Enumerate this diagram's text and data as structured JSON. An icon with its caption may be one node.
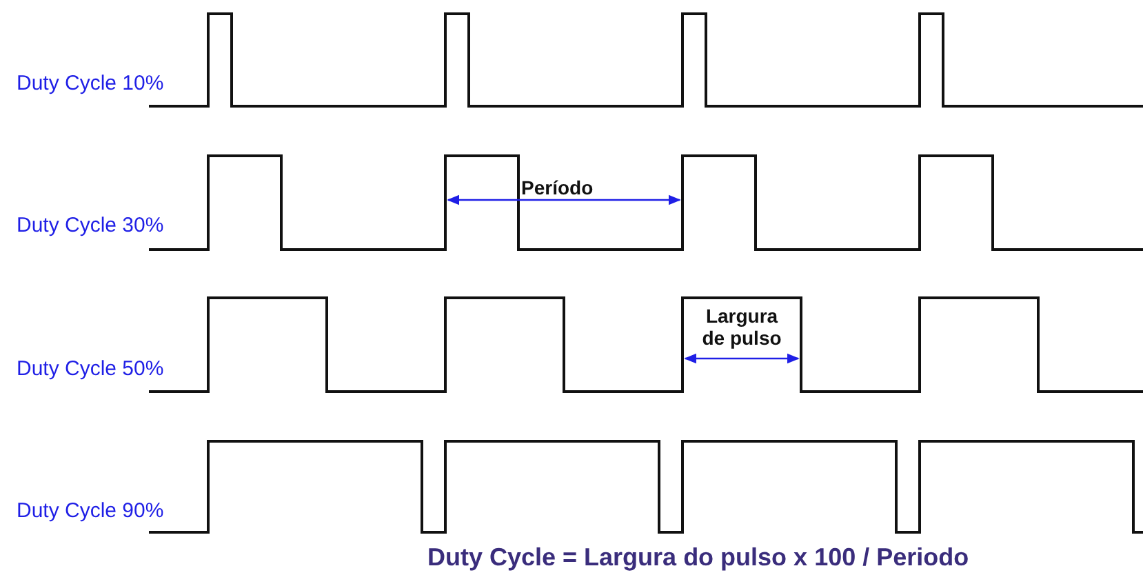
{
  "diagram": {
    "labels": [
      "Duty Cycle 10%",
      "Período",
      "Duty Cycle 30%",
      "Largura de pulso",
      "Duty Cycle 50%",
      "Duty Cycle 90%"
    ],
    "caption": "Duty Cycle = Largura do pulso x 100 / Periodo"
  }
}
